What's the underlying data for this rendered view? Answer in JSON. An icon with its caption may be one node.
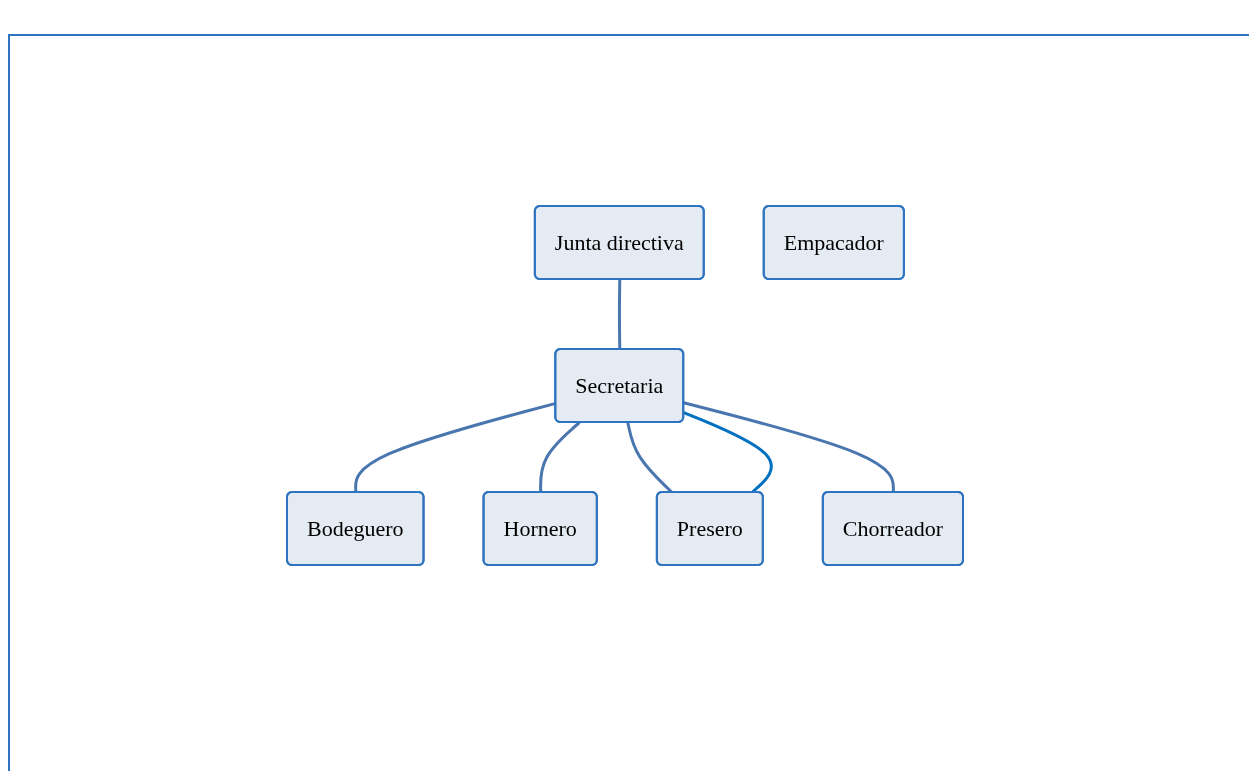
{
  "diagram": {
    "nodes": [
      {
        "text": [
          "Junta directiva"
        ]
      },
      {
        "text": [
          "Secretaria"
        ]
      },
      {
        "text": [
          "Bodeguero"
        ]
      },
      {
        "text": [
          "Hornero"
        ]
      },
      {
        "text": [
          "Presero"
        ]
      },
      {
        "text": [
          "Chorreador"
        ]
      },
      {
        "text": [
          "Empacador"
        ]
      }
    ],
    "edges": [
      {
        "from": 0,
        "to": 1,
        "arrow": "none"
      },
      {
        "from": 1,
        "to": 2,
        "arrow": "none"
      },
      {
        "from": 1,
        "to": 3,
        "arrow": "none"
      },
      {
        "from": 1,
        "to": 4,
        "arrow": "none"
      },
      {
        "from": 1,
        "to": 5,
        "arrow": "none"
      },
      {
        "from": 1,
        "to": 4,
        "arrow": "none",
        "color": "#0070c0"
      }
    ]
  }
}
